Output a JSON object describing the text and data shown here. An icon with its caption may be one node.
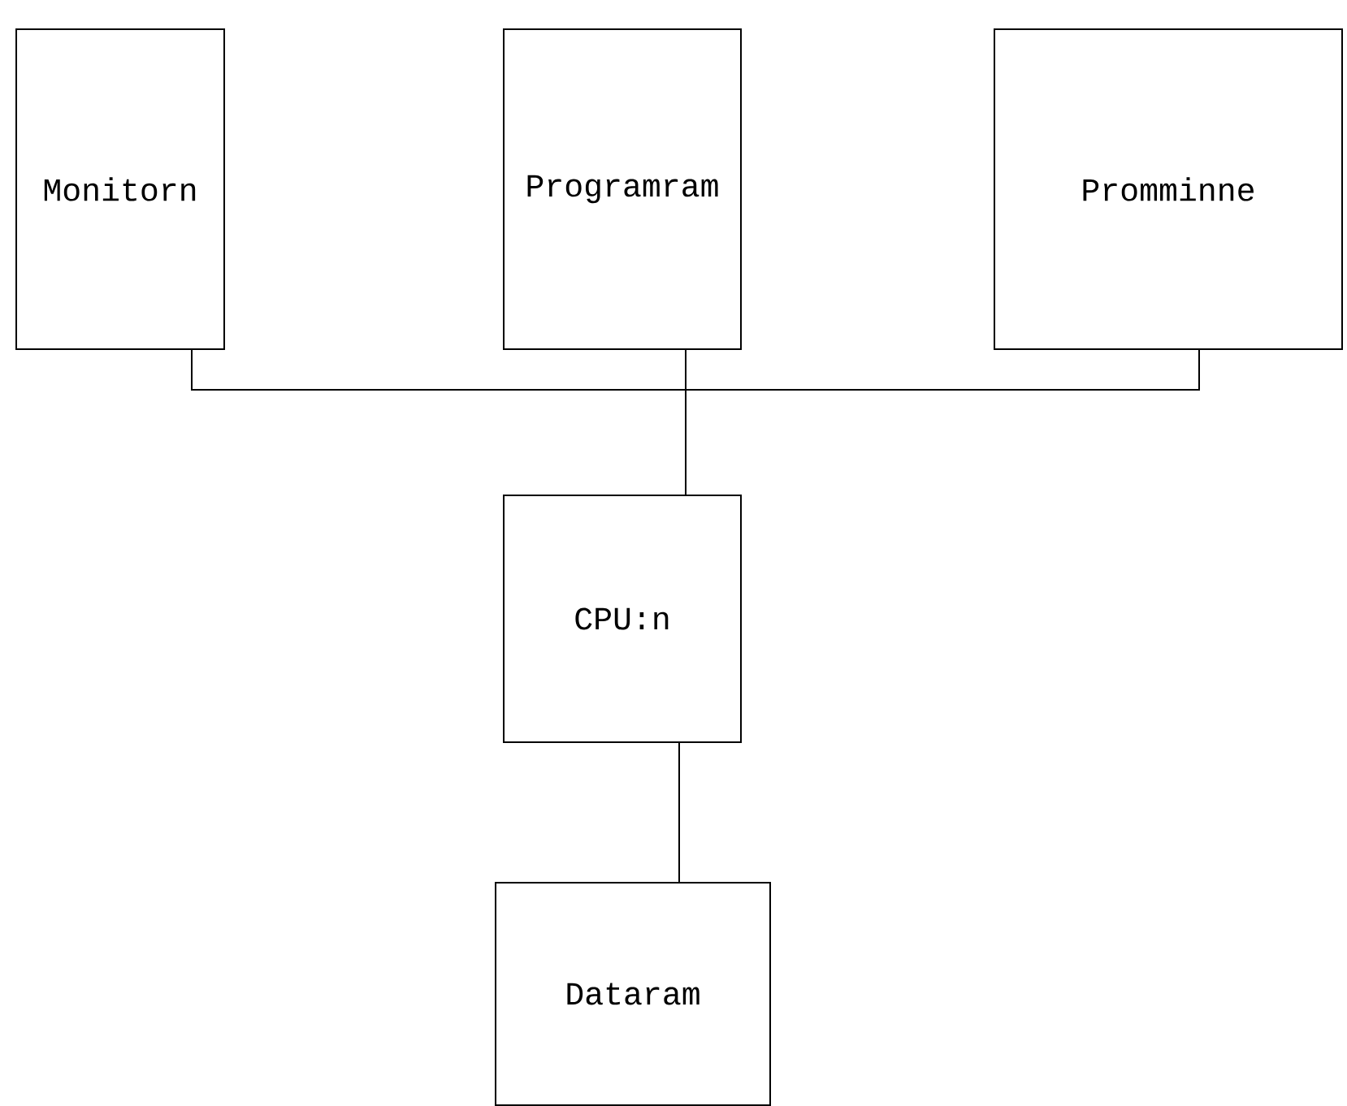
{
  "diagram": {
    "nodes": [
      {
        "text": [
          "Monitorn"
        ]
      },
      {
        "text": [
          "Programram"
        ]
      },
      {
        "text": [
          "Promminne"
        ]
      },
      {
        "text": [
          "CPU:n"
        ]
      },
      {
        "text": [
          "Dataram"
        ]
      }
    ],
    "edges": [
      {
        "from": 0,
        "to": 3,
        "arrow": "none"
      },
      {
        "from": 1,
        "to": 3,
        "arrow": "none"
      },
      {
        "from": 2,
        "to": 3,
        "arrow": "none"
      },
      {
        "from": 3,
        "to": 4,
        "arrow": "none"
      }
    ]
  }
}
